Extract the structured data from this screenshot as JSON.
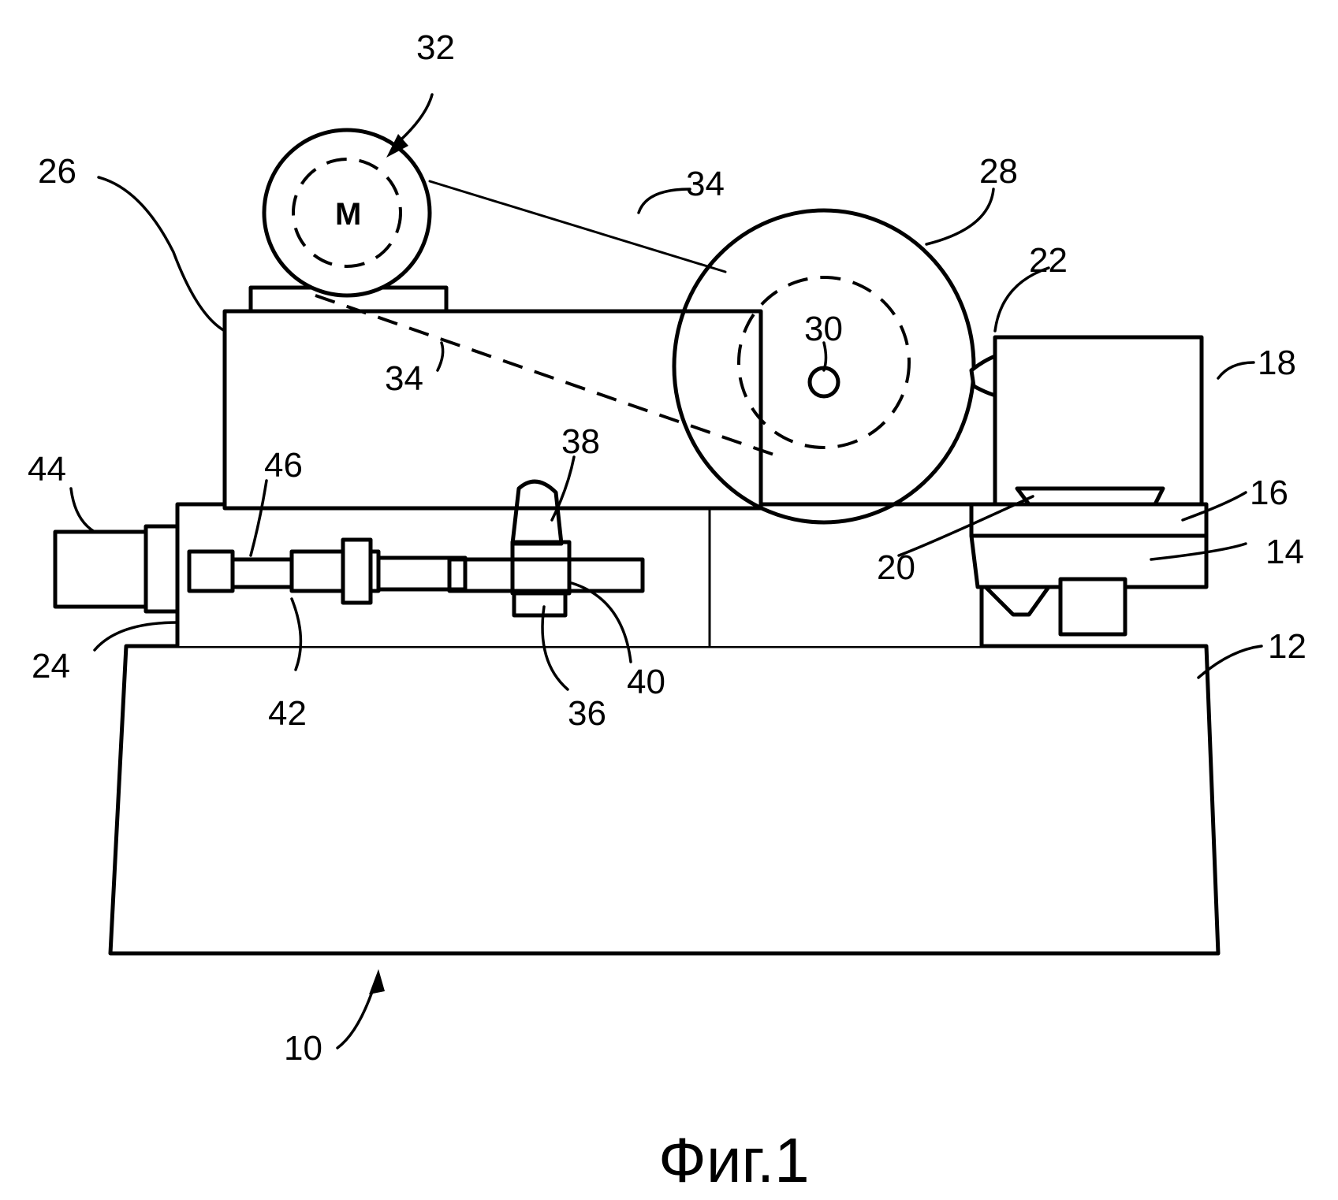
{
  "figure": {
    "caption": "Фиг.1",
    "motor_symbol": "M",
    "labels": {
      "l10": "10",
      "l12": "12",
      "l14": "14",
      "l16": "16",
      "l18": "18",
      "l20": "20",
      "l22": "22",
      "l24": "24",
      "l26": "26",
      "l28": "28",
      "l30": "30",
      "l32": "32",
      "l34a": "34",
      "l34b": "34",
      "l36": "36",
      "l38": "38",
      "l40": "40",
      "l42": "42",
      "l44": "44",
      "l46": "46"
    }
  }
}
